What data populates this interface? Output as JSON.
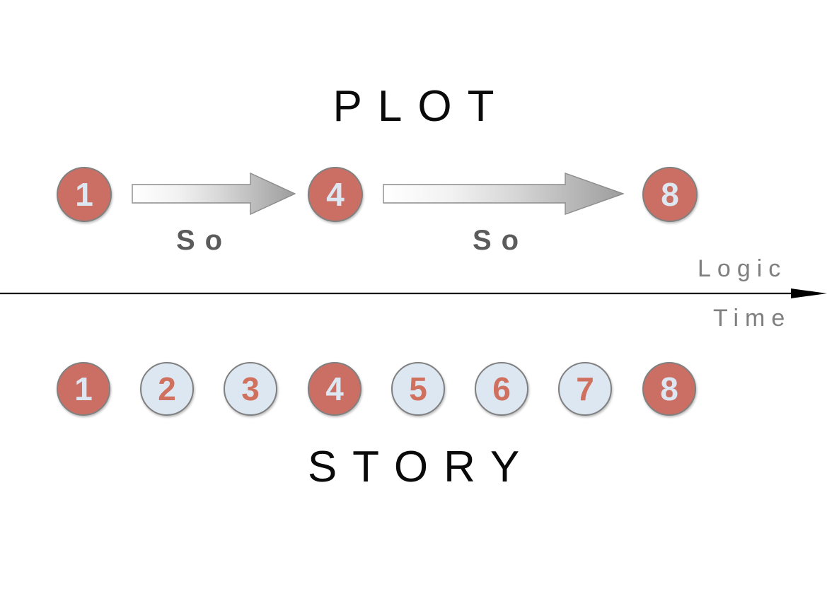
{
  "diagram": {
    "plot": {
      "title": "PLOT",
      "nodes": [
        {
          "label": "1",
          "style": "red"
        },
        {
          "label": "4",
          "style": "red"
        },
        {
          "label": "8",
          "style": "red"
        }
      ],
      "connectors": [
        {
          "label": "So",
          "icon": "block-arrow-right-icon"
        },
        {
          "label": "So",
          "icon": "block-arrow-right-icon"
        }
      ]
    },
    "axis": {
      "icon": "arrow-right-icon",
      "above_label": "Logic",
      "below_label": "Time"
    },
    "story": {
      "title": "STORY",
      "nodes": [
        {
          "label": "1",
          "style": "red"
        },
        {
          "label": "2",
          "style": "blue"
        },
        {
          "label": "3",
          "style": "blue"
        },
        {
          "label": "4",
          "style": "red"
        },
        {
          "label": "5",
          "style": "blue"
        },
        {
          "label": "6",
          "style": "blue"
        },
        {
          "label": "7",
          "style": "blue"
        },
        {
          "label": "8",
          "style": "red"
        }
      ]
    },
    "colors": {
      "node_red_fill": "#CB6F64",
      "node_blue_fill": "#DCE7F2",
      "node_border": "#808080",
      "title_text": "#0A0A0A",
      "so_text": "#5B5B5B",
      "axis_label_text": "#7F7F7F",
      "axis_line": "#000000",
      "arrow_gradient_from": "#FFFFFF",
      "arrow_gradient_to": "#9A9A9A"
    }
  }
}
